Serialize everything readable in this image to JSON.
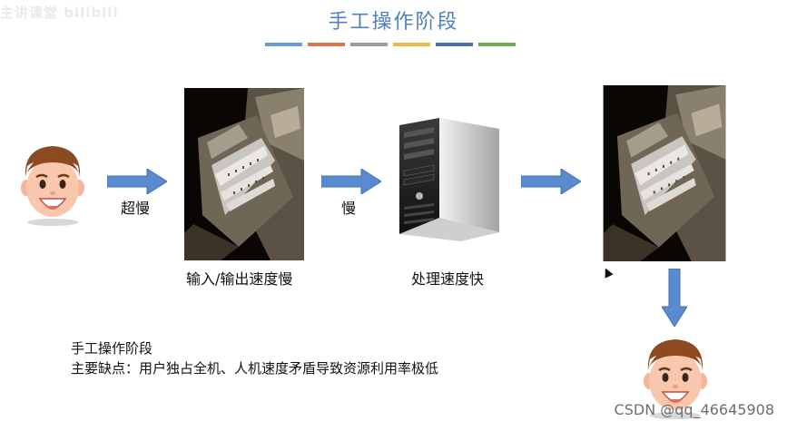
{
  "slide": {
    "title": "手工操作阶段",
    "colors": {
      "title": "#4f80c0",
      "arrow": "#5a8bd0",
      "bar_segments": [
        "#6e9bd1",
        "#d9774e",
        "#9d9d9d",
        "#e6be4a",
        "#4e6ea8",
        "#72ab51"
      ]
    },
    "watermark": "主讲课堂 bilibili"
  },
  "flow": {
    "arrow1_label": "超慢",
    "arrow2_label": "慢",
    "punch_card_caption": "输入/输出速度慢",
    "server_caption": "处理速度快"
  },
  "notes": {
    "line1": "手工操作阶段",
    "line2": "主要缺点：用户独占全机、人机速度矛盾导致资源利用率极低"
  },
  "attribution": "CSDN @qq_46645908",
  "icons": {
    "user_face": "smiling-boy-face",
    "punch_card_machine": "punch-card-reader-photo",
    "server": "server-tower",
    "arrow": "right-arrow",
    "down_arrow": "down-arrow"
  }
}
